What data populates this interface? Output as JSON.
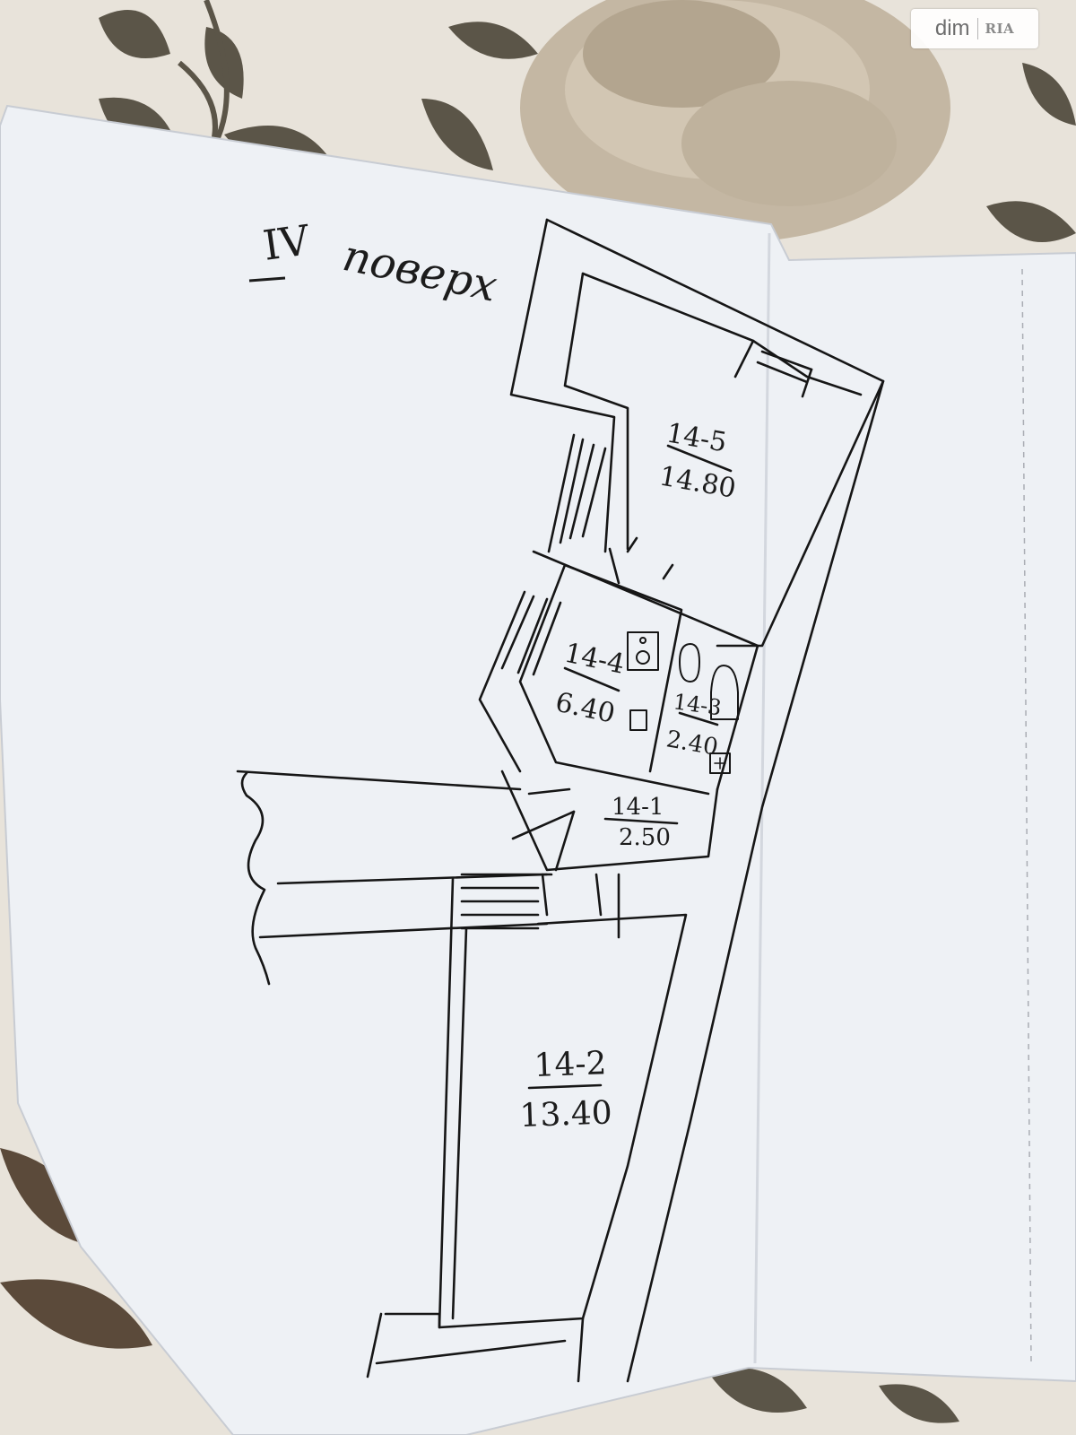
{
  "header": {
    "floor_number": "IV",
    "floor_word": "поверх"
  },
  "watermark": {
    "brand_left": "dim",
    "brand_right": "RIA"
  },
  "rooms": [
    {
      "id": "14-5",
      "area": "14.80"
    },
    {
      "id": "14-4",
      "area": "6.40"
    },
    {
      "id": "14-3",
      "area": "2.40"
    },
    {
      "id": "14-1",
      "area": "2.50"
    },
    {
      "id": "14-2",
      "area": "13.40"
    }
  ],
  "colors": {
    "paper": "#eef1f5",
    "ink": "#161616",
    "tablecloth": "#e8e3da",
    "flower": "#b7a894",
    "leaf": "#5b5548"
  }
}
